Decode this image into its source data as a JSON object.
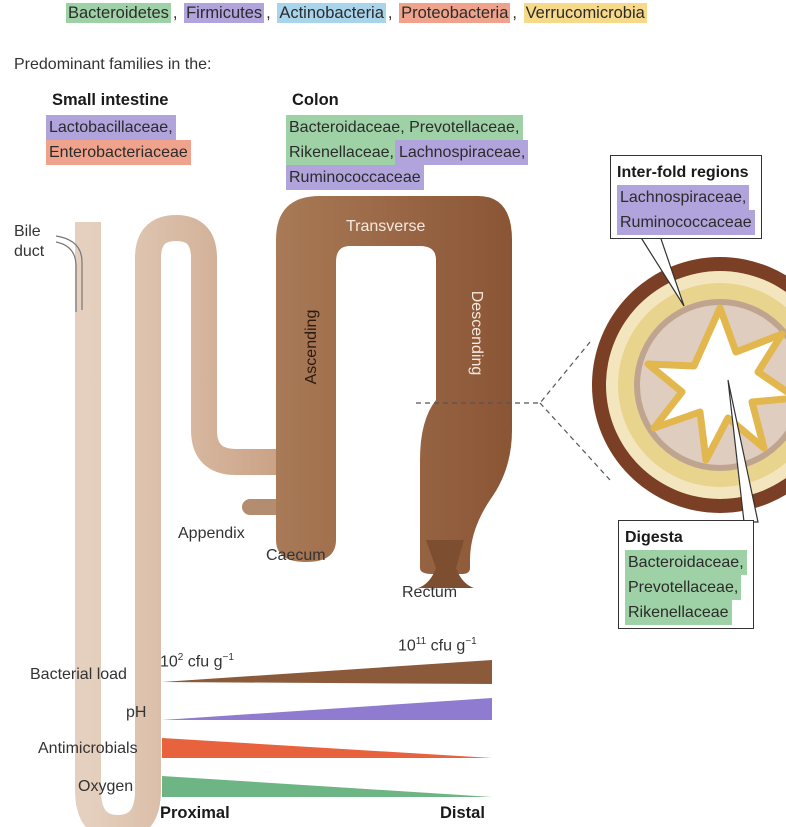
{
  "phyla": [
    {
      "name": "Bacteroidetes",
      "color": "#9fd1a6"
    },
    {
      "name": "Firmicutes",
      "color": "#b1a3db"
    },
    {
      "name": "Actinobacteria",
      "color": "#a8d4ec"
    },
    {
      "name": "Proteobacteria",
      "color": "#f0a38c"
    },
    {
      "name": "Verrucomicrobia",
      "color": "#f7d98a"
    }
  ],
  "intro": "Predominant families in the:",
  "small_intestine": {
    "title": "Small intestine",
    "families": [
      "Lactobacillaceae,",
      "Enterobacteriaceae"
    ]
  },
  "colon": {
    "title": "Colon",
    "families_line1": [
      "Bacteroidaceae,",
      "Prevotellaceae,"
    ],
    "families_line2": [
      "Rikenellaceae,",
      "Lachnospiraceae,"
    ],
    "families_line3": [
      "Ruminococcaceae"
    ]
  },
  "interfold": {
    "title": "Inter-fold regions",
    "families": [
      "Lachnospiraceae,",
      "Ruminococcaceae"
    ]
  },
  "digesta": {
    "title": "Digesta",
    "families": [
      "Bacteroidaceae,",
      "Prevotellaceae,",
      "Rikenellaceae"
    ]
  },
  "anatomy": {
    "bile_duct_1": "Bile",
    "bile_duct_2": "duct",
    "transverse": "Transverse",
    "ascending": "Ascending",
    "descending": "Descending",
    "appendix": "Appendix",
    "caecum": "Caecum",
    "rectum": "Rectum"
  },
  "gradients": {
    "bacterial_load": "Bacterial load",
    "ph": "pH",
    "antimicrobials": "Antimicrobials",
    "oxygen": "Oxygen",
    "load_low": "10",
    "load_low_exp": "2",
    "load_low_unit": " cfu g",
    "load_low_unit_exp": "−1",
    "load_high": "10",
    "load_high_exp": "11",
    "load_high_unit": " cfu g",
    "load_high_unit_exp": "−1",
    "proximal": "Proximal",
    "distal": "Distal"
  },
  "colors": {
    "small_intestine": "#dcc1ac",
    "colon": "#96613f",
    "load": "#8a5a3a",
    "ph": "#8f7bd0",
    "antimicrobials": "#e8633d",
    "oxygen": "#6db585"
  }
}
